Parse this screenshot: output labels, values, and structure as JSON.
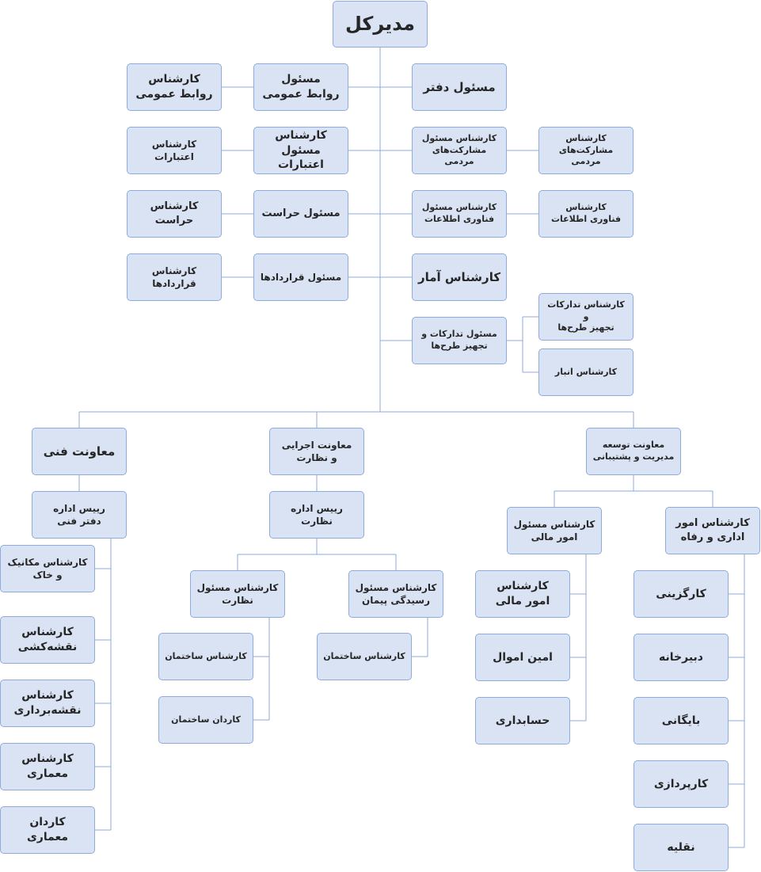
{
  "diagram": {
    "root": "مدیرکل",
    "staff": {
      "public_relations_officer": "مسئول\nروابط عمومی",
      "public_relations_expert": "کارشناس\nروابط عمومی",
      "office_manager": "مسئول دفتر",
      "credits_officer": "کارشناس مسئول\nاعتبارات",
      "credits_expert": "کارشناس اعتبارات",
      "participation_officer": "کارشناس مسئول\nمشارکت‌های مردمی",
      "participation_expert": "کارشناس\nمشارکت‌های مردمی",
      "security_officer": "مسئول حراست",
      "security_expert": "کارشناس حراست",
      "it_officer": "کارشناس مسئول\nفناوری اطلاعات",
      "it_expert": "کارشناس\nفناوری اطلاعات",
      "contracts_officer": "مسئول قراردادها",
      "contracts_expert": "کارشناس قراردادها",
      "statistics_expert": "کارشناس آمار",
      "procurement_officer": "مسئول تدارکات و\nتجهیز طرح‌ها",
      "procurement_expert": "کارشناس تدارکات و\nتجهیز طرح‌ها",
      "warehouse_expert": "کارشناس انبار"
    },
    "technical": {
      "deputy": "معاونت فنی",
      "head": "رییس اداره\nدفتر فنی",
      "staff": [
        "کارشناس مکانیک\nو خاک",
        "کارشناس\nنقشه‌کشی",
        "کارشناس\nنقشه‌برداری",
        "کارشناس\nمعماری",
        "کاردان\nمعماری"
      ]
    },
    "executive": {
      "deputy": "معاونت اجرایی\nو نظارت",
      "head": "رییس  اداره\nنظارت",
      "supervision_officer": "کارشناس مسئول\nنظارت",
      "supervision_staff": [
        "کارشناس ساختمان",
        "کاردان ساختمان"
      ],
      "contract_review_officer": "کارشناس مسئول\nرسیدگی پیمان",
      "contract_review_staff": [
        "کارشناس ساختمان"
      ]
    },
    "development": {
      "deputy": "معاونت توسعه\nمدیریت و پشتیبانی",
      "finance_officer": "کارشناس مسئول\nامور مالی",
      "finance_staff": [
        "کارشناس\nامور مالی",
        "امین اموال",
        "حسابداری"
      ],
      "admin_officer": "کارشناس امور\nاداری و رفاه",
      "admin_staff": [
        "کارگزینی",
        "دبیرخانه",
        "بایگانی",
        "کارپردازی",
        "نقلیه"
      ]
    }
  },
  "colors": {
    "box_fill": "#dae3f3",
    "box_border": "#8faadc",
    "connector": "#8faadc",
    "text": "#262626"
  }
}
